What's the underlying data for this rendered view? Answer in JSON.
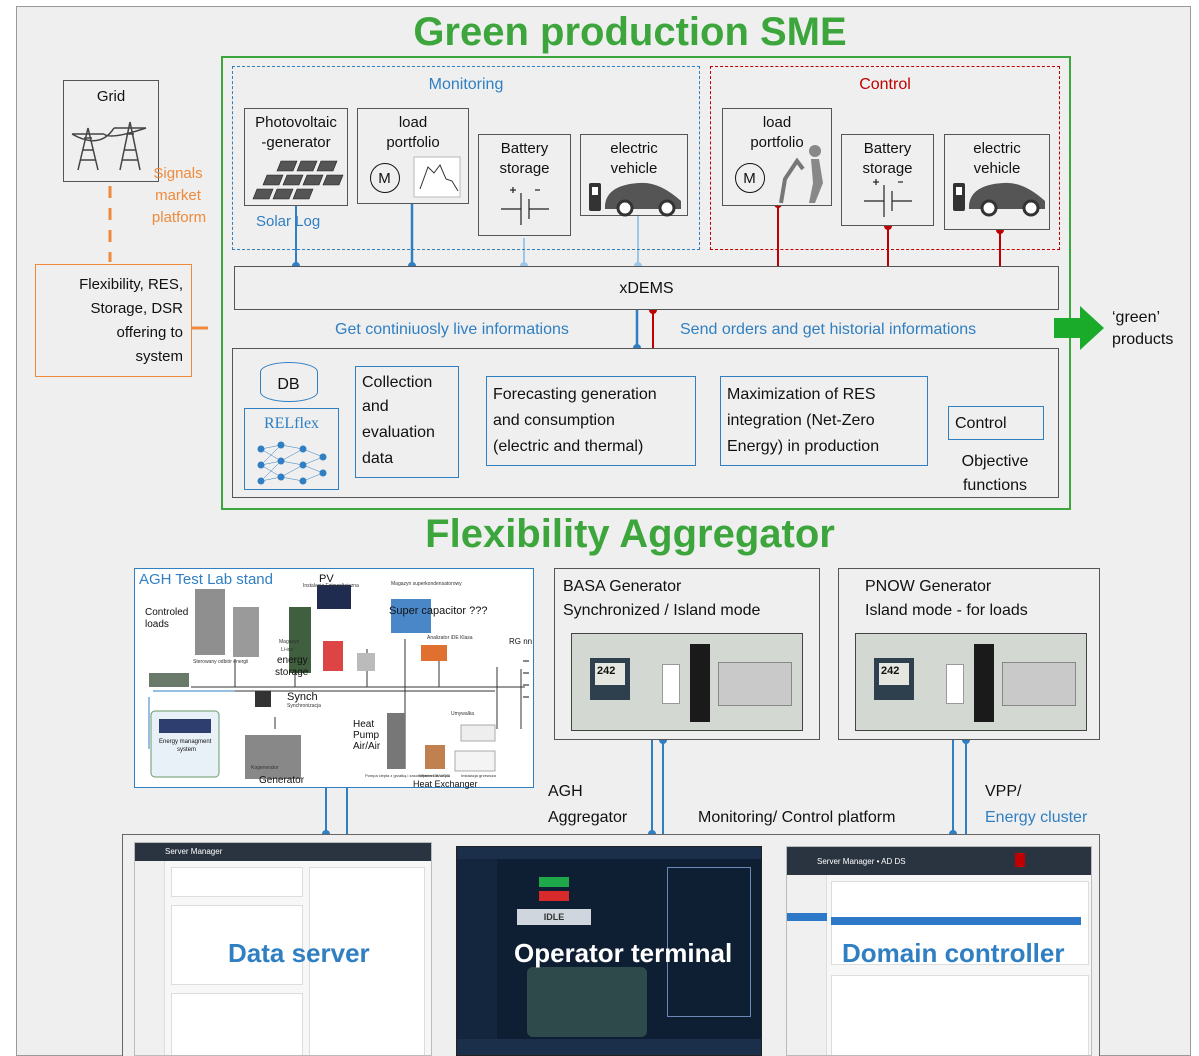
{
  "colors": {
    "green_title": "#3ca63c",
    "blue": "#2f7fc2",
    "red": "#c00000",
    "orange": "#ef8a3c",
    "arrow_green": "#1aab2a"
  },
  "titles": {
    "top": "Green production SME",
    "middle": "Flexibility Aggregator"
  },
  "grid": {
    "label": "Grid"
  },
  "signals": {
    "line1": "Signals",
    "line2": "market",
    "line3": "platform"
  },
  "flex_offer": {
    "line1": "Flexibility, RES,",
    "line2": "Storage, DSR",
    "line3": "offering to",
    "line4": "system"
  },
  "monitoring": {
    "title": "Monitoring",
    "pv": {
      "line1": "Photovoltaic",
      "line2": "-generator"
    },
    "solar_log": "Solar Log",
    "load": {
      "line1": "load",
      "line2": "portfolio",
      "motor": "M"
    },
    "battery": {
      "line1": "Battery",
      "line2": "storage"
    },
    "ev": {
      "line1": "electric",
      "line2": "vehicle"
    }
  },
  "control": {
    "title": "Control",
    "load": {
      "line1": "load",
      "line2": "portfolio",
      "motor": "M"
    },
    "battery": {
      "line1": "Battery",
      "line2": "storage"
    },
    "ev": {
      "line1": "electric",
      "line2": "vehicle"
    }
  },
  "xdems": {
    "label": "xDEMS",
    "left_text": "Get continiuosly live informations",
    "right_text": "Send orders and get historial informations"
  },
  "green_products": {
    "line1": "‘green’",
    "line2": "products"
  },
  "processing": {
    "db": "DB",
    "relflex": "RELflex",
    "collection": [
      "Collection",
      "and",
      "evaluation",
      "data"
    ],
    "forecasting": [
      "Forecasting generation",
      "and consumption",
      "(electric and thermal)"
    ],
    "maximization": [
      "Maximization of RES",
      "integration (Net-Zero",
      "Energy) in production"
    ],
    "control": "Control",
    "objective": [
      "Objective",
      "functions"
    ]
  },
  "lab": {
    "title": "AGH Test Lab stand",
    "pv": "PV",
    "pv_sub": "Instalacja Fotowoltaiczna",
    "supercap_pl": "Magazyn superkondensatorowy",
    "supercap": "Super capacitor ???",
    "analyzer": "Analizator iDE Klasa",
    "controlled_loads": [
      "Controled",
      "loads"
    ],
    "controlled_sub": "Sterowany odbiór energii",
    "storage": [
      "Magazyn",
      "Li-ion",
      "energy",
      "storage"
    ],
    "rg": "RG nn",
    "synch": "Synch",
    "synch_sub": "Synchronizacja",
    "ems": [
      "Energy managment",
      "system"
    ],
    "kogenerator": "Kogenerator",
    "generator": "Generator",
    "heat_pump": [
      "Heat",
      "Pump",
      "Air/Air"
    ],
    "heat_pump_sub": "Pompa ciepła z grzałką i zasobnikiem CWU/CO",
    "exchanger_sub": "Wymiennik ciepła",
    "heat_exchanger": "Heat Exchanger",
    "umywalka": "Umywalka",
    "instalacja": "Instalacja grzewcza"
  },
  "basa": {
    "line1": "BASA Generator",
    "line2": "Synchronized / Island mode",
    "display": "242"
  },
  "pnow": {
    "line1": "PNOW Generator",
    "line2": "Island mode - for loads",
    "display": "242"
  },
  "bottom_labels": {
    "agh1": "AGH",
    "agh2": "Aggregator",
    "monitoring": "Monitoring/ Control platform",
    "vpp": "VPP/",
    "energy_cluster": "Energy cluster"
  },
  "screens": {
    "data_server": "Data server",
    "operator": "Operator terminal",
    "domain": "Domain controller",
    "server_manager_title": "Server Manager",
    "domain_header": "Server Manager • AD DS",
    "idle": "IDLE"
  }
}
